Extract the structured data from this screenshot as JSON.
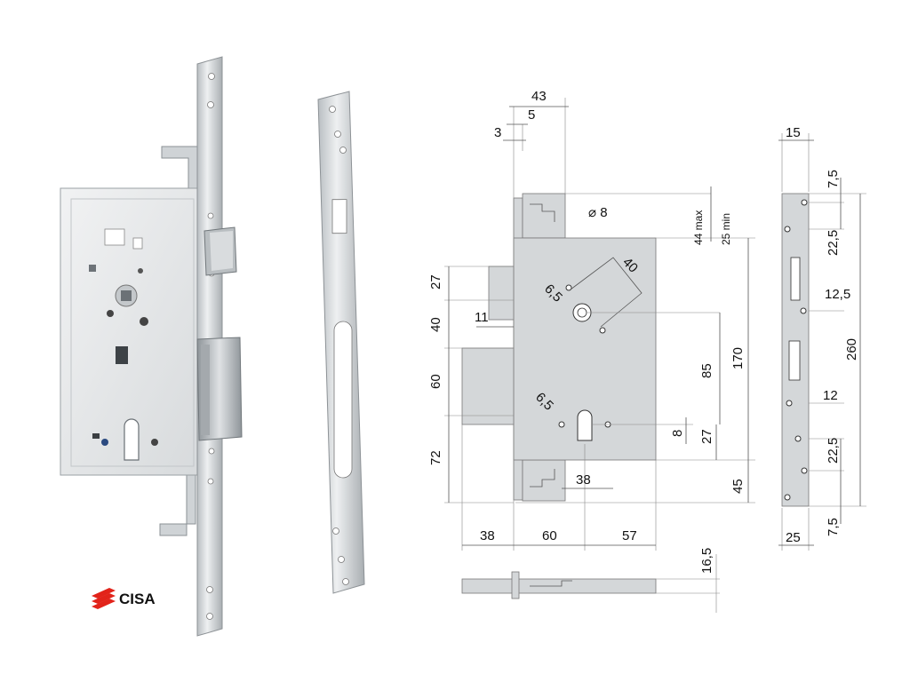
{
  "brand": {
    "name": "CISA",
    "accent": "#e2231a"
  },
  "colors": {
    "steel_light": "#e6e8ea",
    "steel_mid": "#c9ccce",
    "steel_dark": "#9a9fa3",
    "drawing_fill": "#d4d7d9"
  },
  "front_view": {
    "top_dims": [
      "43",
      "5",
      "3"
    ],
    "handle_hole": "⌀ 8",
    "backset_max": "44 max",
    "backset_min": "25 min",
    "hole_size_1": "6,5",
    "hole_size_2": "6,5",
    "angle_dim": "40",
    "left_dims": [
      "27",
      "40",
      "60",
      "72"
    ],
    "latch_dim": "11",
    "right_dims": [
      "85",
      "170",
      "8",
      "27",
      "45"
    ],
    "center_dim": "38",
    "bottom_dims": [
      "38",
      "60",
      "57"
    ],
    "side_dim": "16,5"
  },
  "strike_view": {
    "width_top": "15",
    "width_bottom": "25",
    "dims": [
      "7,5",
      "22,5",
      "12,5",
      "260",
      "12",
      "22,5",
      "7,5"
    ]
  }
}
